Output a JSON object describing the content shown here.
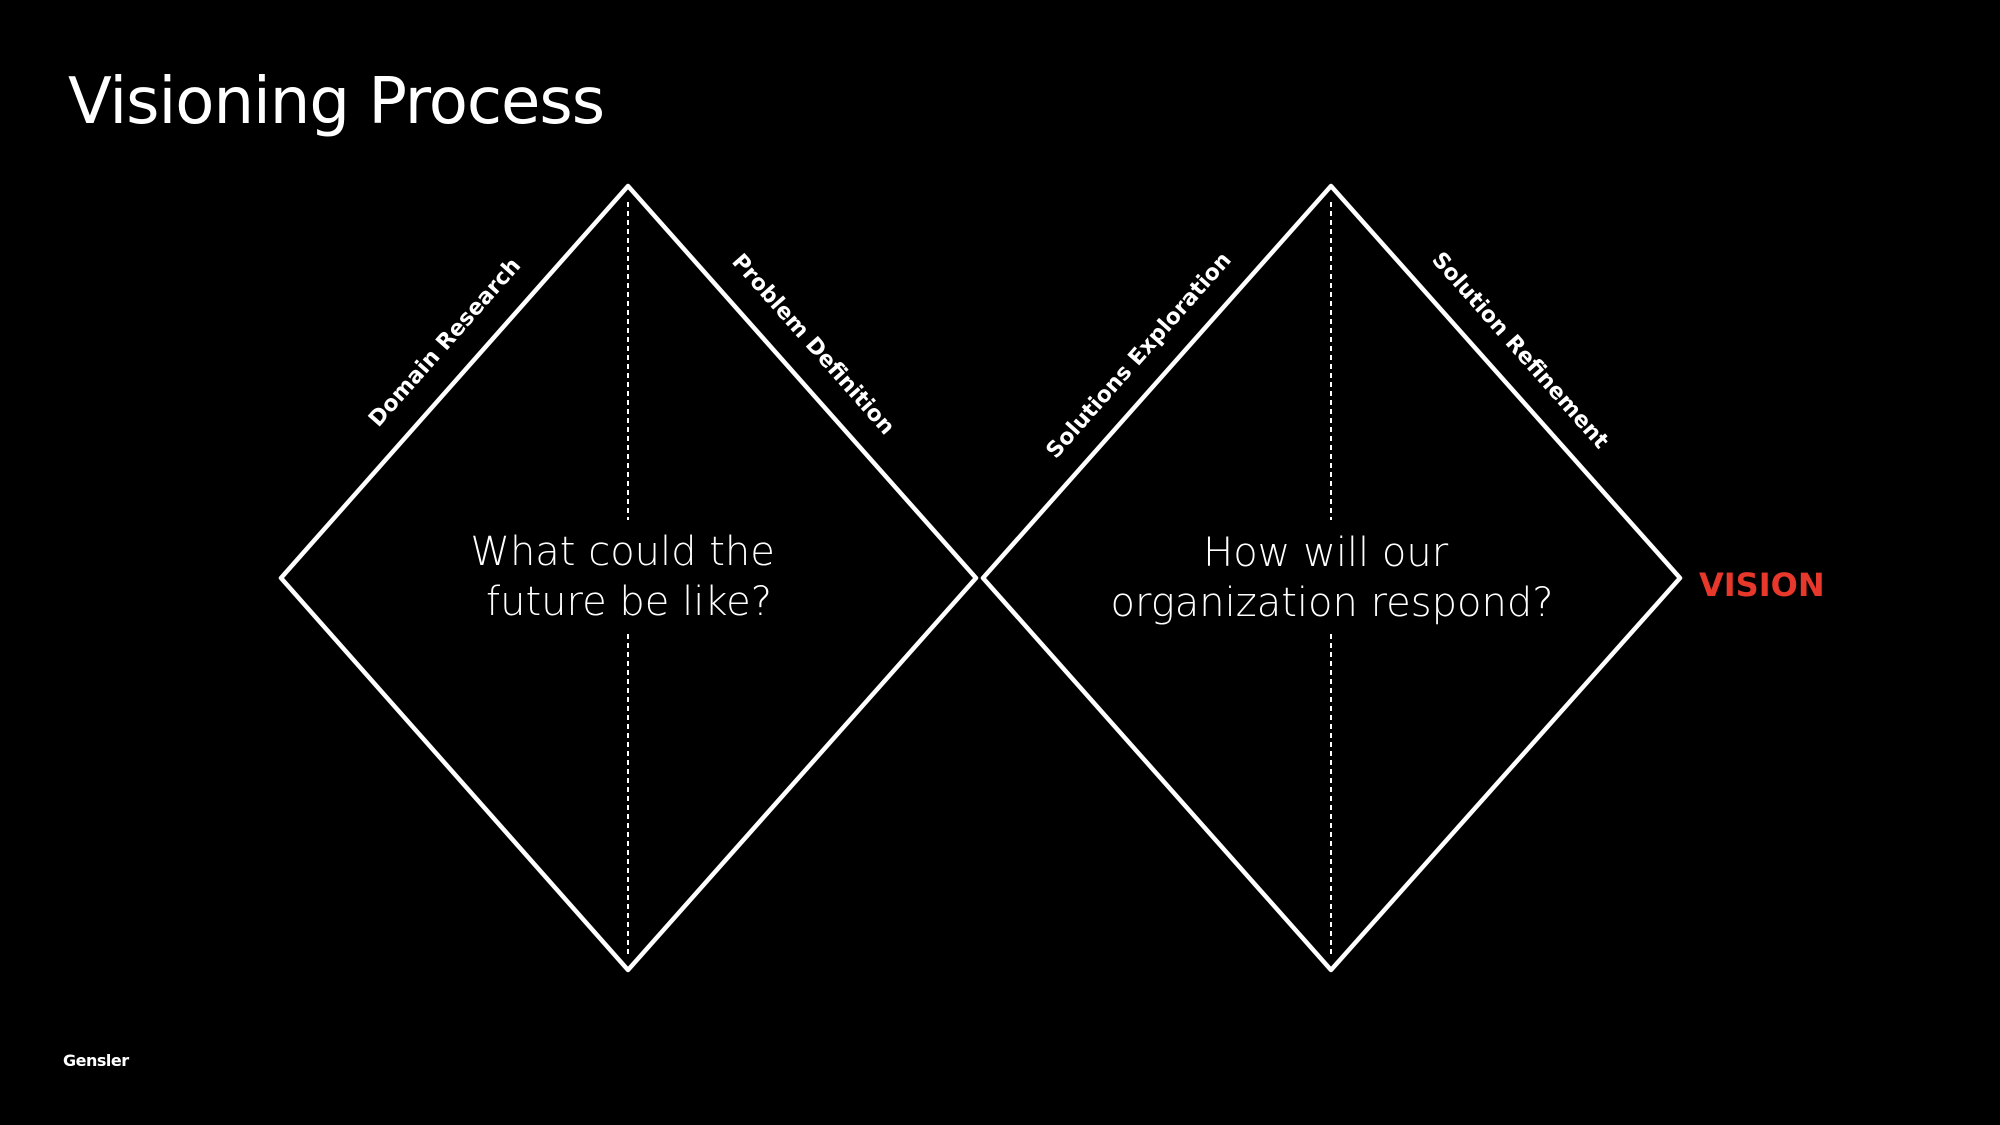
{
  "slide": {
    "title": "Visioning Process",
    "background_color": "#000000",
    "accent_color": "#e8382b",
    "brand": "Gensler"
  },
  "diagram": {
    "type": "double-diamond",
    "diamonds": [
      {
        "question_lines": [
          "What could the",
          "future be like?"
        ],
        "left_edge_label": "Domain Research",
        "right_edge_label": "Problem Definition"
      },
      {
        "question_lines": [
          "How will our",
          "organization respond?"
        ],
        "left_edge_label": "Solutions Exploration",
        "right_edge_label": "Solution Refinement"
      }
    ],
    "outcome_label": "VISION"
  }
}
